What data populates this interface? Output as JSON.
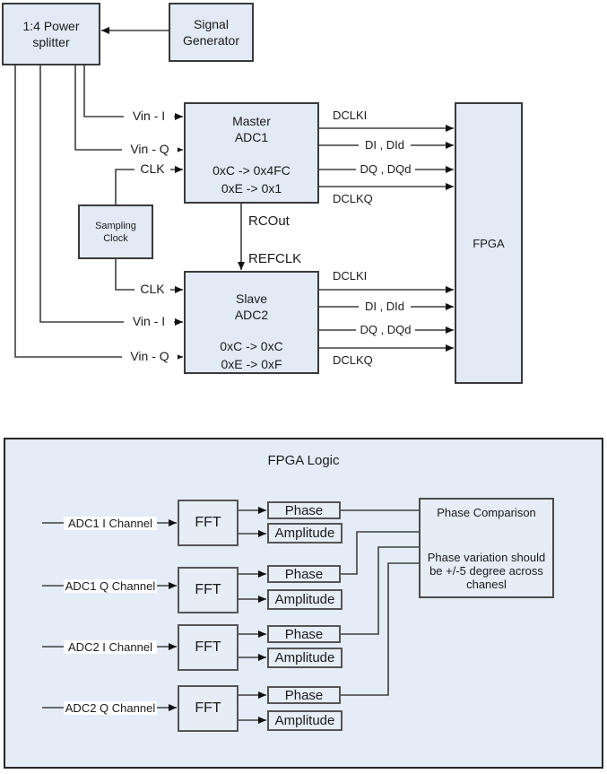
{
  "colors": {
    "box_fill": "#e2eaf5",
    "box_border": "#3a3a3a",
    "wire": "#3f3f3f",
    "label_bg": "#ffffff"
  },
  "top": {
    "power_splitter": "1:4 Power splitter",
    "signal_generator": "Signal Generator",
    "sampling_clock": "Sampling Clock",
    "master_adc": {
      "name_l1": "Master",
      "name_l2": "ADC1",
      "reg1": "0xC -> 0x4FC",
      "reg2": "0xE -> 0x1"
    },
    "slave_adc": {
      "name_l1": "Slave",
      "name_l2": "ADC2",
      "reg1": "0xC -> 0xC",
      "reg2": "0xE -> 0xF"
    },
    "fpga": "FPGA",
    "signals": {
      "vin_i": "Vin - I",
      "vin_q": "Vin - Q",
      "clk": "CLK",
      "rcout": "RCOut",
      "refclk": "REFCLK",
      "dclki": "DCLKI",
      "di": "DI , DId",
      "dq": "DQ , DQd",
      "dclkq": "DCLKQ"
    }
  },
  "logic": {
    "title": "FPGA Logic",
    "rows": [
      {
        "channel": "ADC1 I Channel",
        "fft": "FFT",
        "phase": "Phase",
        "amplitude": "Amplitude"
      },
      {
        "channel": "ADC1 Q Channel",
        "fft": "FFT",
        "phase": "Phase",
        "amplitude": "Amplitude"
      },
      {
        "channel": "ADC2 I Channel",
        "fft": "FFT",
        "phase": "Phase",
        "amplitude": "Amplitude"
      },
      {
        "channel": "ADC2 Q Channel",
        "fft": "FFT",
        "phase": "Phase",
        "amplitude": "Amplitude"
      }
    ],
    "comparison": {
      "title": "Phase Comparison",
      "body": "Phase variation should be +/-5 degree across chanesl"
    }
  }
}
